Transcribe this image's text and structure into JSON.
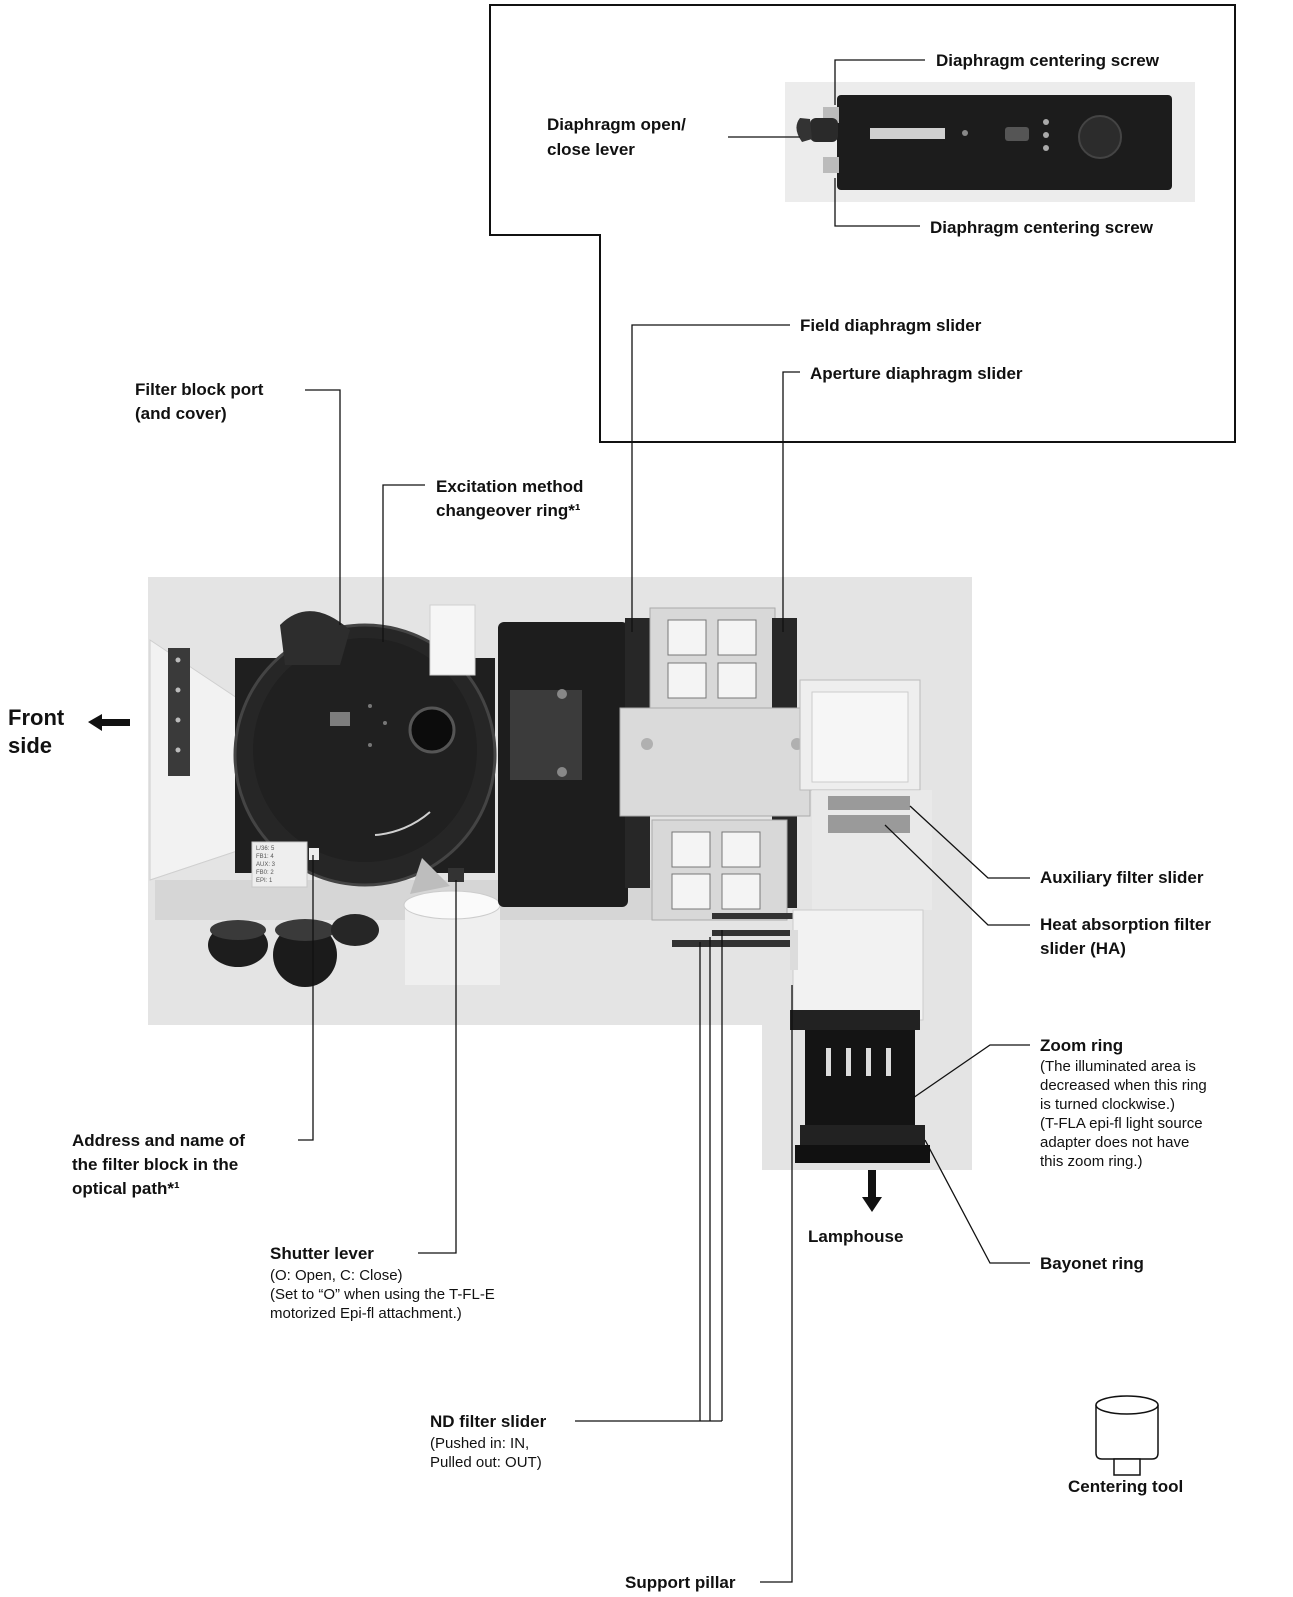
{
  "inset": {
    "centering_screw_top": "Diaphragm centering screw",
    "centering_screw_bottom": "Diaphragm centering screw",
    "open_close_lever_line1": "Diaphragm open/",
    "open_close_lever_line2": "close lever"
  },
  "labels": {
    "field_diaphragm_slider": "Field diaphragm slider",
    "aperture_diaphragm_slider": "Aperture diaphragm slider",
    "filter_block_port_line1": "Filter block port",
    "filter_block_port_line2": "(and cover)",
    "excitation_ring_line1": "Excitation method",
    "excitation_ring_line2": "changeover ring*¹",
    "front_side_line1": "Front",
    "front_side_line2": "side",
    "auxiliary_filter_slider": "Auxiliary filter slider",
    "heat_filter_line1": "Heat absorption filter",
    "heat_filter_line2": "slider (HA)",
    "zoom_ring": "Zoom ring",
    "zoom_note_1": "(The illuminated area is",
    "zoom_note_2": "decreased when this ring",
    "zoom_note_3": "is turned clockwise.)",
    "zoom_note_4": "(T-FLA epi-fl light source",
    "zoom_note_5": "adapter does not have",
    "zoom_note_6": "this zoom ring.)",
    "address_line1": "Address and name of",
    "address_line2": "the filter block in the",
    "address_line3": "optical path*¹",
    "lamphouse": "Lamphouse",
    "bayonet_ring": "Bayonet ring",
    "shutter_lever": "Shutter lever",
    "shutter_note_1": "(O: Open, C: Close)",
    "shutter_note_2": "(Set to “O” when using the T-FL-E",
    "shutter_note_3": "motorized Epi-fl attachment.)",
    "nd_filter_slider": "ND filter slider",
    "nd_note_1": "(Pushed in: IN,",
    "nd_note_2": "Pulled out: OUT)",
    "centering_tool": "Centering tool",
    "support_pillar": "Support pillar"
  },
  "photo_text": {
    "block_list": [
      "L/36: 5",
      "FB1: 4",
      "AUX: 3",
      "FB0: 2",
      "EPI: 1"
    ]
  },
  "colors": {
    "photo_bg": "#e6e6e6",
    "inset_bg": "#f3f3f3",
    "metal_dark": "#232323",
    "metal_light": "#dcdcdc"
  }
}
